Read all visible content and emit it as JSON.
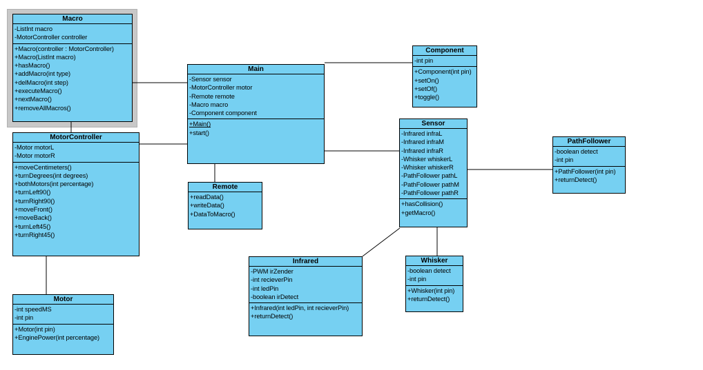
{
  "diagram": {
    "colors": {
      "box_fill": "#76d0f2",
      "box_border": "#000000",
      "selection": "#c8c8c8",
      "background": "#ffffff",
      "text": "#000000"
    },
    "classes": [
      {
        "title": "Macro",
        "selected": true,
        "attributes": [
          "-ListInt macro",
          "-MotorController controller"
        ],
        "methods": [
          "+Macro(controller : MotorController)",
          "+Macro(ListInt macro)",
          "+hasMacro()",
          "+addMacro(int type)",
          "+delMacro(int step)",
          "+executeMacro()",
          "+nextMacro()",
          "+removeAllMacros()"
        ]
      },
      {
        "title": "MotorController",
        "attributes": [
          "-Motor motorL",
          "-Motor motorR"
        ],
        "methods": [
          "+moveCentimeters()",
          "+turnDegrees(int degrees)",
          "+bothMotors(int percentage)",
          "+turnLeft90()",
          "+turnRight90()",
          "+moveFront()",
          "+moveBack()",
          "+turnLeft45()",
          "+turnRight45()"
        ]
      },
      {
        "title": "Motor",
        "attributes": [
          "-int speedMS",
          "-int pin"
        ],
        "methods": [
          "+Motor(int pin)",
          "+EnginePower(int percentage)"
        ]
      },
      {
        "title": "Main",
        "attributes": [
          "-Sensor sensor",
          "-MotorController motor",
          "-Remote remote",
          "-Macro macro",
          "-Component component"
        ],
        "methods": [
          "+Main()",
          "+start()"
        ],
        "underlined_methods": [
          "+Main()"
        ]
      },
      {
        "title": "Remote",
        "attributes": [],
        "methods": [
          "+readData()",
          "+writeData()",
          "+DataToMacro()"
        ]
      },
      {
        "title": "Component",
        "attributes": [
          "-int pin"
        ],
        "methods": [
          "+Component(int pin)",
          "+setOn()",
          "+setOf()",
          "+toggle()"
        ]
      },
      {
        "title": "Sensor",
        "attributes": [
          "-Infrared infraL",
          "-Infrared infraM",
          "-Infrared infraR",
          "-Whisker whiskerL",
          "-Whisker whiskerR",
          "-PathFollower pathL",
          "-PathFollower pathM",
          "-PathFollower pathR"
        ],
        "methods": [
          "+hasCollision()",
          "+getMacro()"
        ]
      },
      {
        "title": "PathFollower",
        "attributes": [
          "-boolean detect",
          "-int pin"
        ],
        "methods": [
          "+PathFollower(int pin)",
          "+returnDetect()"
        ]
      },
      {
        "title": "Infrared",
        "attributes": [
          "-PWM irZender",
          "-int recieverPin",
          "-int ledPin",
          "-boolean irDetect"
        ],
        "methods": [
          "+Infrared(int ledPin, int recieverPin)",
          "+returnDetect()"
        ]
      },
      {
        "title": "Whisker",
        "attributes": [
          "-boolean detect",
          "-int pin"
        ],
        "methods": [
          "+Whisker(int pin)",
          "+returnDetect()"
        ]
      }
    ],
    "connectors": [
      {
        "from": "Macro",
        "to": "Main"
      },
      {
        "from": "Macro",
        "to": "MotorController"
      },
      {
        "from": "MotorController",
        "to": "Main"
      },
      {
        "from": "MotorController",
        "to": "Motor"
      },
      {
        "from": "Main",
        "to": "Remote"
      },
      {
        "from": "Main",
        "to": "Component"
      },
      {
        "from": "Main",
        "to": "Sensor"
      },
      {
        "from": "Sensor",
        "to": "PathFollower"
      },
      {
        "from": "Sensor",
        "to": "Infrared"
      },
      {
        "from": "Sensor",
        "to": "Whisker"
      }
    ]
  }
}
